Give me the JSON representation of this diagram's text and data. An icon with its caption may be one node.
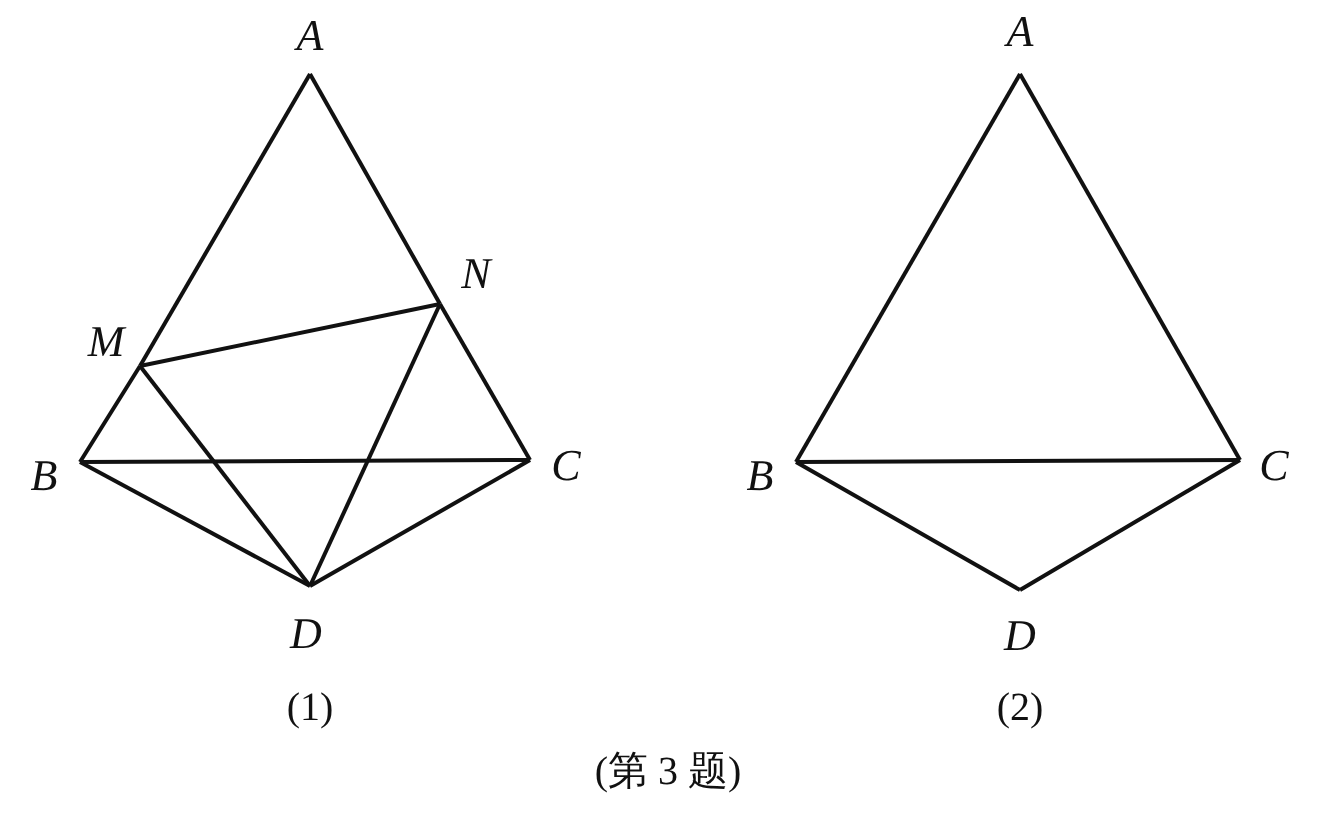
{
  "diagram": {
    "caption": "(第 3 题)",
    "nodes": [
      {
        "text": [
          "A"
        ]
      },
      {
        "text": [
          "M"
        ]
      },
      {
        "text": [
          "N"
        ]
      },
      {
        "text": [
          "B"
        ]
      },
      {
        "text": [
          "C"
        ]
      },
      {
        "text": [
          "D"
        ]
      },
      {
        "text": [
          "A"
        ]
      },
      {
        "text": [
          "B"
        ]
      },
      {
        "text": [
          "C"
        ]
      },
      {
        "text": [
          "D"
        ]
      }
    ],
    "edges": [
      {
        "from": 0,
        "to": 1,
        "arrow": "none"
      },
      {
        "from": 1,
        "to": 3,
        "arrow": "none"
      },
      {
        "from": 0,
        "to": 2,
        "arrow": "none"
      },
      {
        "from": 2,
        "to": 4,
        "arrow": "none"
      },
      {
        "from": 1,
        "to": 2,
        "arrow": "none"
      },
      {
        "from": 3,
        "to": 4,
        "arrow": "none"
      },
      {
        "from": 1,
        "to": 5,
        "arrow": "none"
      },
      {
        "from": 2,
        "to": 5,
        "arrow": "none"
      },
      {
        "from": 3,
        "to": 5,
        "arrow": "none"
      },
      {
        "from": 4,
        "to": 5,
        "arrow": "none"
      },
      {
        "from": 6,
        "to": 7,
        "arrow": "none"
      },
      {
        "from": 6,
        "to": 8,
        "arrow": "none"
      },
      {
        "from": 7,
        "to": 8,
        "arrow": "none"
      },
      {
        "from": 7,
        "to": 9,
        "arrow": "none"
      },
      {
        "from": 8,
        "to": 9,
        "arrow": "none"
      }
    ],
    "labels": [
      "(1)",
      "(2)"
    ]
  }
}
